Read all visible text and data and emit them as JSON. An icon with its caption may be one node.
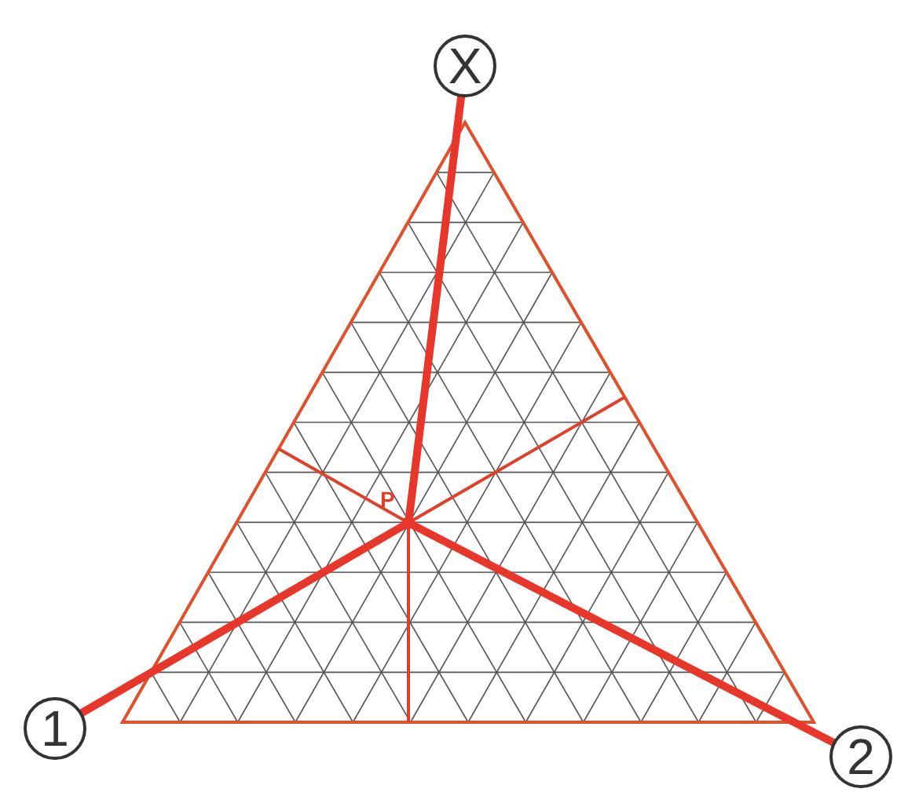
{
  "diagram": {
    "nodes": [
      {
        "text": [
          "X"
        ]
      },
      {
        "text": [
          "1"
        ]
      },
      {
        "text": [
          "2"
        ]
      },
      {
        "text": [],
        "shape": "circle",
        "beside": [
          "P"
        ]
      }
    ],
    "edges": [
      {
        "from": 0,
        "to": 3,
        "arrow": "none"
      },
      {
        "from": 1,
        "to": 3,
        "arrow": "none"
      },
      {
        "from": 2,
        "to": 3,
        "arrow": "none"
      }
    ]
  }
}
